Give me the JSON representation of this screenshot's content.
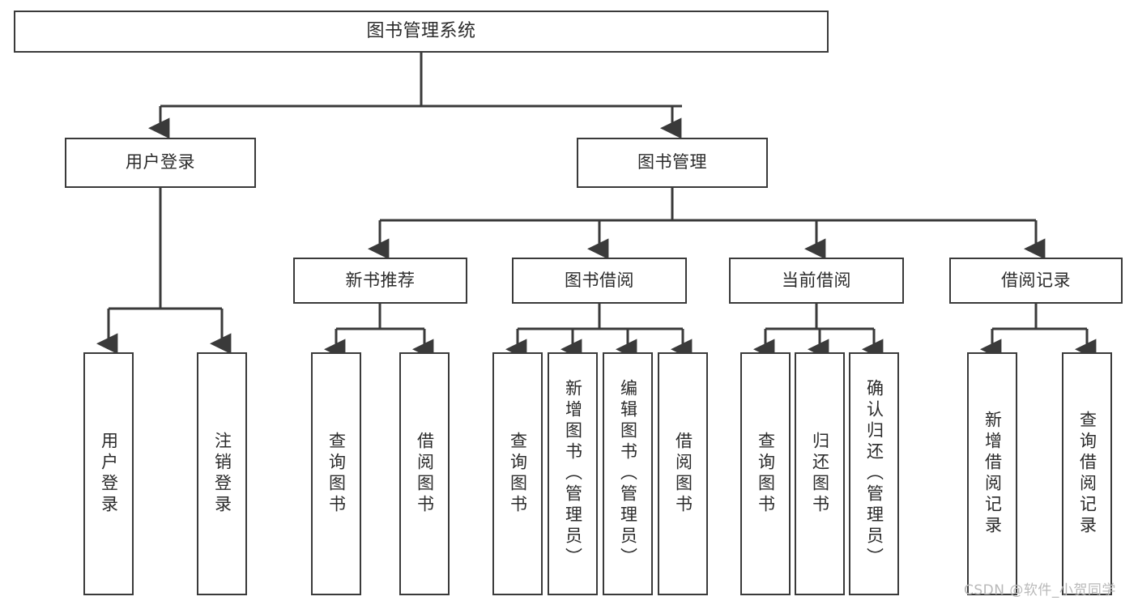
{
  "diagram": {
    "title": "图书管理系统",
    "type": "tree-hierarchy",
    "root": {
      "label": "图书管理系统"
    },
    "level2": [
      {
        "label": "用户登录"
      },
      {
        "label": "图书管理"
      }
    ],
    "level3": [
      {
        "label": "新书推荐"
      },
      {
        "label": "图书借阅"
      },
      {
        "label": "当前借阅"
      },
      {
        "label": "借阅记录"
      }
    ],
    "leaves": {
      "user_login": [
        {
          "label": "用户登录"
        },
        {
          "label": "注销登录"
        }
      ],
      "new_book_recommend": [
        {
          "label": "查询图书"
        },
        {
          "label": "借阅图书"
        }
      ],
      "book_borrow": [
        {
          "label": "查询图书"
        },
        {
          "label": "新增图书（管理员）"
        },
        {
          "label": "编辑图书（管理员）"
        },
        {
          "label": "借阅图书"
        }
      ],
      "current_borrow": [
        {
          "label": "查询图书"
        },
        {
          "label": "归还图书"
        },
        {
          "label": "确认归还（管理员）"
        }
      ],
      "borrow_record": [
        {
          "label": "新增借阅记录"
        },
        {
          "label": "查询借阅记录"
        }
      ]
    }
  },
  "watermark": {
    "text": "CSDN @软件_小贺同学"
  },
  "colors": {
    "stroke": "#3a3a3a",
    "text": "#2b2b2b",
    "background": "#ffffff",
    "watermark": "#b9b9b9"
  }
}
